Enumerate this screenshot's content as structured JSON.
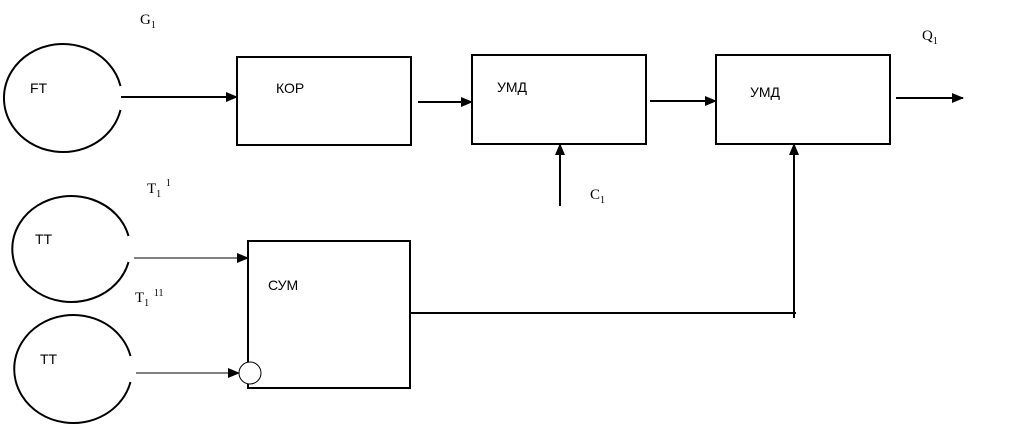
{
  "colors": {
    "line": "#000000",
    "background": "#ffffff"
  },
  "sensors": {
    "flow": "FT",
    "temp_1": "TT",
    "temp_2": "TT"
  },
  "blocks": {
    "kor": "КОР",
    "umd_1": "УМД",
    "umd_2": "УМД",
    "sum": "СУМ"
  },
  "signals": {
    "g1": {
      "base": "G",
      "sub": "1"
    },
    "q1": {
      "base": "Q",
      "sub": "1"
    },
    "c1": {
      "base": "C",
      "sub": "1"
    },
    "t1_prime": {
      "base": "T",
      "sub": "1",
      "sup": "1"
    },
    "t1_double_prime": {
      "base": "T",
      "sub": "1",
      "sup": "11"
    }
  }
}
